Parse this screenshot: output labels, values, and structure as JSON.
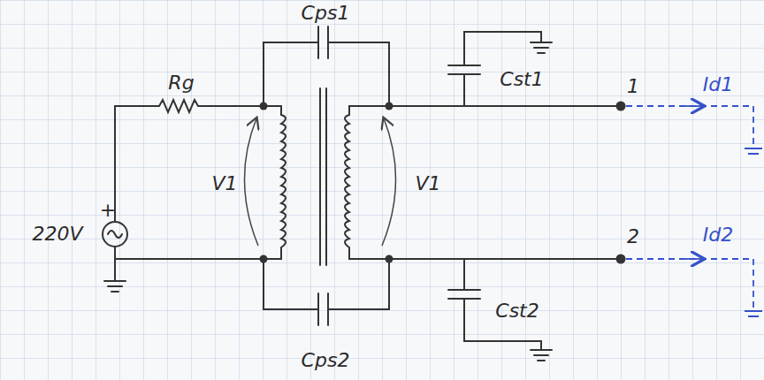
{
  "diagram": {
    "labels": [
      "Cps1",
      "Rg",
      "Cst1",
      "1",
      "Id1",
      "+",
      "220V",
      "V1",
      "V1",
      "2",
      "Id2",
      "Cst2",
      "Cps2"
    ]
  }
}
